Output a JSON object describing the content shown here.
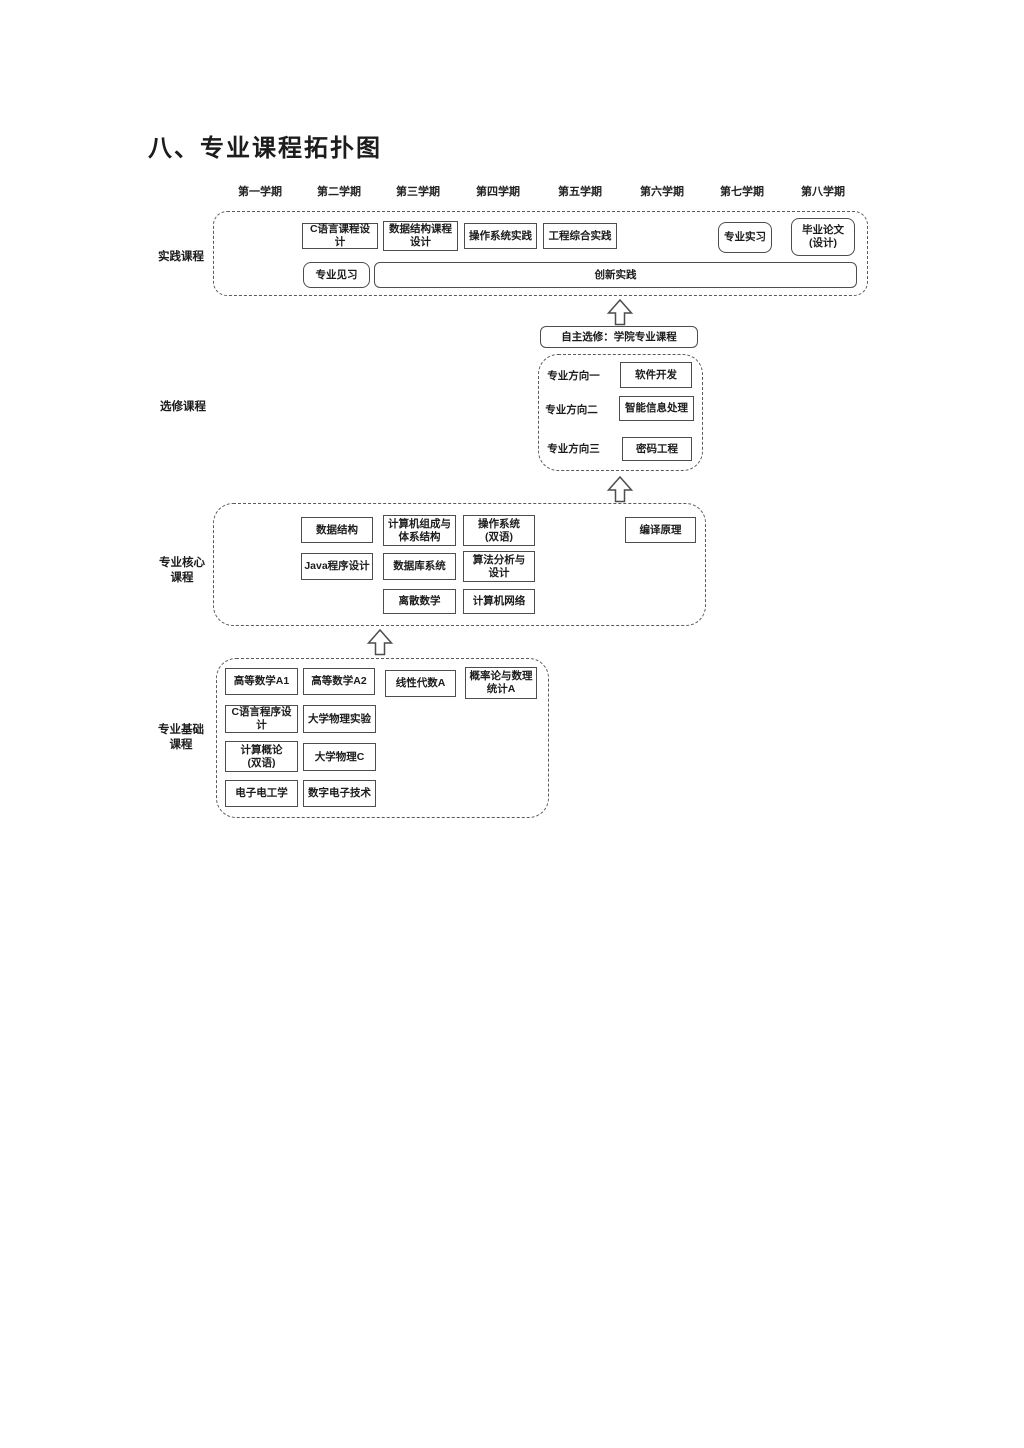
{
  "title": "八、专业课程拓扑图",
  "semesters": [
    "第一学期",
    "第二学期",
    "第三学期",
    "第四学期",
    "第五学期",
    "第六学期",
    "第七学期",
    "第八学期"
  ],
  "practice": {
    "label": "实践课程",
    "courses": {
      "c_design": "C语言课程设计",
      "ds_design": "数据结构课程\n设计",
      "os_practice": "操作系统实践",
      "eng_practice": "工程综合实践",
      "internship": "专业实习",
      "thesis": "毕业论文\n(设计)",
      "observation": "专业见习",
      "innovation": "创新实践"
    }
  },
  "elective": {
    "label": "选修课程",
    "self_select": "自主选修：学院专业课程",
    "directions": [
      {
        "label": "专业方向一",
        "course": "软件开发"
      },
      {
        "label": "专业方向二",
        "course": "智能信息处理"
      },
      {
        "label": "专业方向三",
        "course": "密码工程"
      }
    ]
  },
  "core": {
    "label": "专业核心\n课程",
    "courses": {
      "data_structure": "数据结构",
      "comp_org": "计算机组成与\n体系结构",
      "os_bilingual": "操作系统\n(双语)",
      "compiler": "编译原理",
      "java": "Java程序设计",
      "database": "数据库系统",
      "algorithm": "算法分析与\n设计",
      "discrete_math": "离散数学",
      "network": "计算机网络"
    }
  },
  "foundation": {
    "label": "专业基础\n课程",
    "courses": {
      "math_a1": "高等数学A1",
      "math_a2": "高等数学A2",
      "linear_algebra": "线性代数A",
      "probability": "概率论与数理\n统计A",
      "c_programming": "C语言程序设计",
      "physics_lab": "大学物理实验",
      "computing_intro": "计算概论\n(双语)",
      "physics_c": "大学物理C",
      "electronics": "电子电工学",
      "digital_electronics": "数字电子技术"
    }
  },
  "colors": {
    "text": "#1c1c1c",
    "box_border": "#4d4d4d",
    "dashed_border": "#5a5a5a",
    "background": "#ffffff"
  }
}
